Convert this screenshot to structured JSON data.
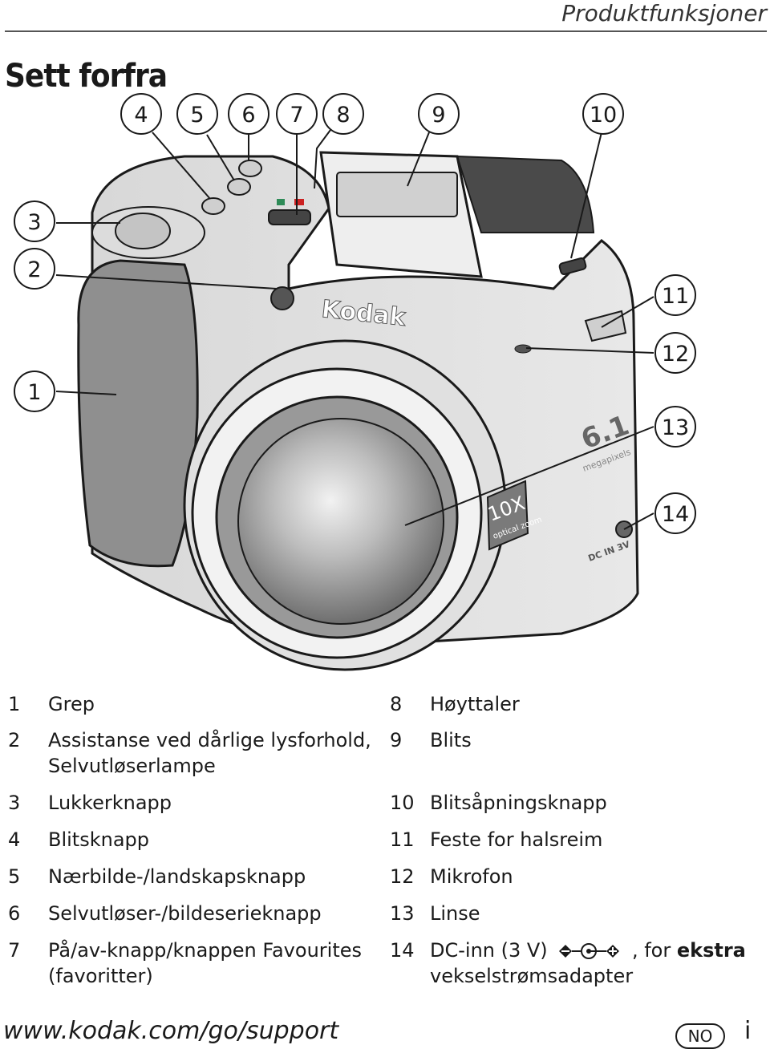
{
  "header": {
    "section": "Produktfunksjoner"
  },
  "page": {
    "title": "Sett forfra"
  },
  "callouts": [
    "1",
    "2",
    "3",
    "4",
    "5",
    "6",
    "7",
    "8",
    "9",
    "10",
    "11",
    "12",
    "13",
    "14"
  ],
  "camera_labels": {
    "brand": "Kodak",
    "zoom_big": "10X",
    "zoom_small": "optical zoom",
    "mp_big": "6.1",
    "mp_small": "megapixels",
    "dc_label": "DC IN 3V"
  },
  "legend": [
    {
      "num": "1",
      "text": "Grep"
    },
    {
      "num": "2",
      "text": "Assistanse ved dårlige lysforhold,",
      "text2": "Selvutløserlampe"
    },
    {
      "num": "3",
      "text": "Lukkerknapp"
    },
    {
      "num": "4",
      "text": "Blitsknapp"
    },
    {
      "num": "5",
      "text": "Nærbilde-/landskapsknapp"
    },
    {
      "num": "6",
      "text": "Selvutløser-/bildeserieknapp"
    },
    {
      "num": "7",
      "text": "På/av-knapp/knappen Favourites",
      "text2": "(favoritter)"
    },
    {
      "num": "8",
      "text": "Høyttaler"
    },
    {
      "num": "9",
      "text": "Blits"
    },
    {
      "num": "10",
      "text": "Blitsåpningsknapp"
    },
    {
      "num": "11",
      "text": "Feste for halsreim"
    },
    {
      "num": "12",
      "text": "Mikrofon"
    },
    {
      "num": "13",
      "text": "Linse"
    },
    {
      "num": "14",
      "text_a": "DC-inn (3 V)",
      "text_b": ", for ",
      "text_bold": "ekstra",
      "text2": "vekselstrømsadapter"
    }
  ],
  "footer": {
    "url": "www.kodak.com/go/support",
    "lang": "NO",
    "page": "i"
  }
}
